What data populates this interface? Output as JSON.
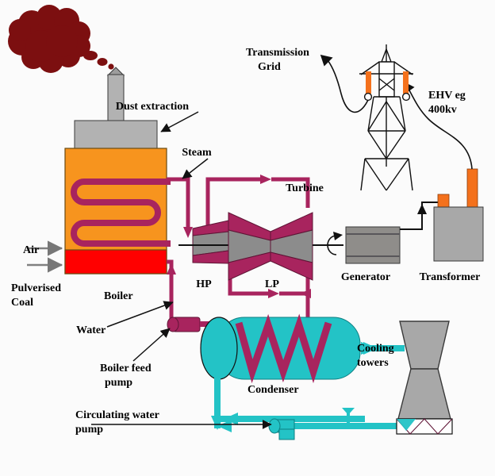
{
  "diagram": {
    "title": "Coal-fired thermal power station schematic",
    "labels": {
      "dust_extraction": "Dust extraction",
      "steam": "Steam",
      "turbine": "Turbine",
      "hp": "HP",
      "lp": "LP",
      "generator": "Generator",
      "transformer": "Transformer",
      "transmission_grid_line1": "Transmission",
      "transmission_grid_line2": "Grid",
      "ehv_line1": "EHV eg",
      "ehv_line2": "400kv",
      "air": "Air",
      "pulverised_line1": "Pulverised",
      "pulverised_line2": "Coal",
      "boiler": "Boiler",
      "water": "Water",
      "boiler_feed_line1": "Boiler feed",
      "boiler_feed_line2": "pump",
      "condenser": "Condenser",
      "cooling_line1": "Cooling",
      "cooling_line2": "towers",
      "circulating_line1": "Circulating water",
      "circulating_line2": "pump"
    },
    "colors": {
      "smoke": "#7c0f10",
      "boiler_body": "#f7941e",
      "boiler_fire": "#ff0000",
      "steam_pipe": "#a8245e",
      "turbine_blade": "#a8245e",
      "turbine_rotor": "#8c8c8c",
      "metal_grey": "#a8a8a8",
      "generator_grey": "#8f8d8a",
      "water_cyan": "#23c3c6",
      "insulator_orange": "#f4711c",
      "outline": "#1a1a1a",
      "arrow_grey": "#808080",
      "background": "#fbfbfb"
    }
  }
}
